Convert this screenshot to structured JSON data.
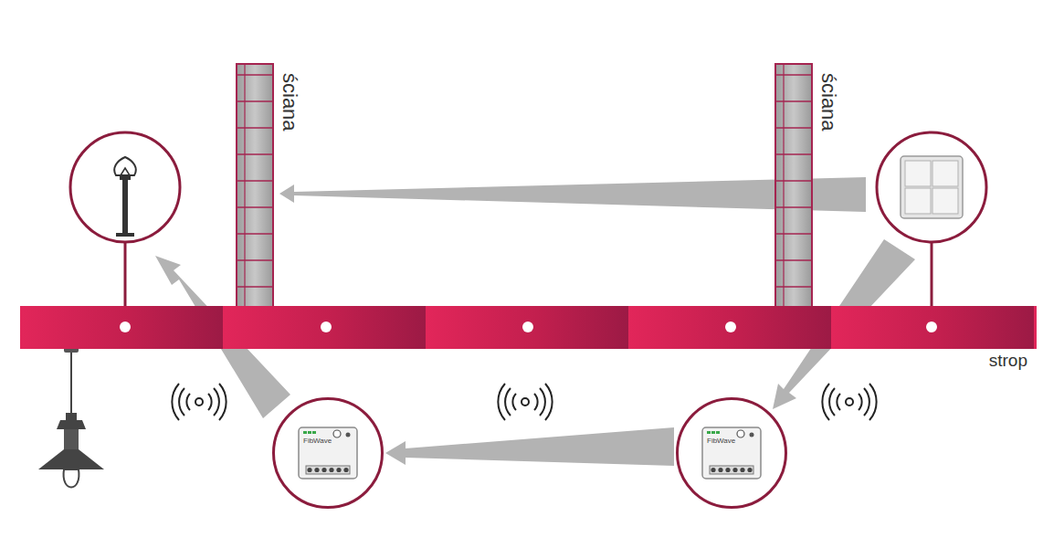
{
  "diagram": {
    "nodes": [
      {
        "text": [
          "ściana"
        ]
      },
      {
        "text": [
          "ściana"
        ]
      },
      {
        "text": [
          "strop"
        ]
      },
      {
        "text": [
          "FibWave"
        ]
      },
      {
        "text": [
          "FibWave"
        ]
      }
    ],
    "edges": [
      {
        "from": 4,
        "to": 3,
        "arrow": "to"
      }
    ]
  }
}
